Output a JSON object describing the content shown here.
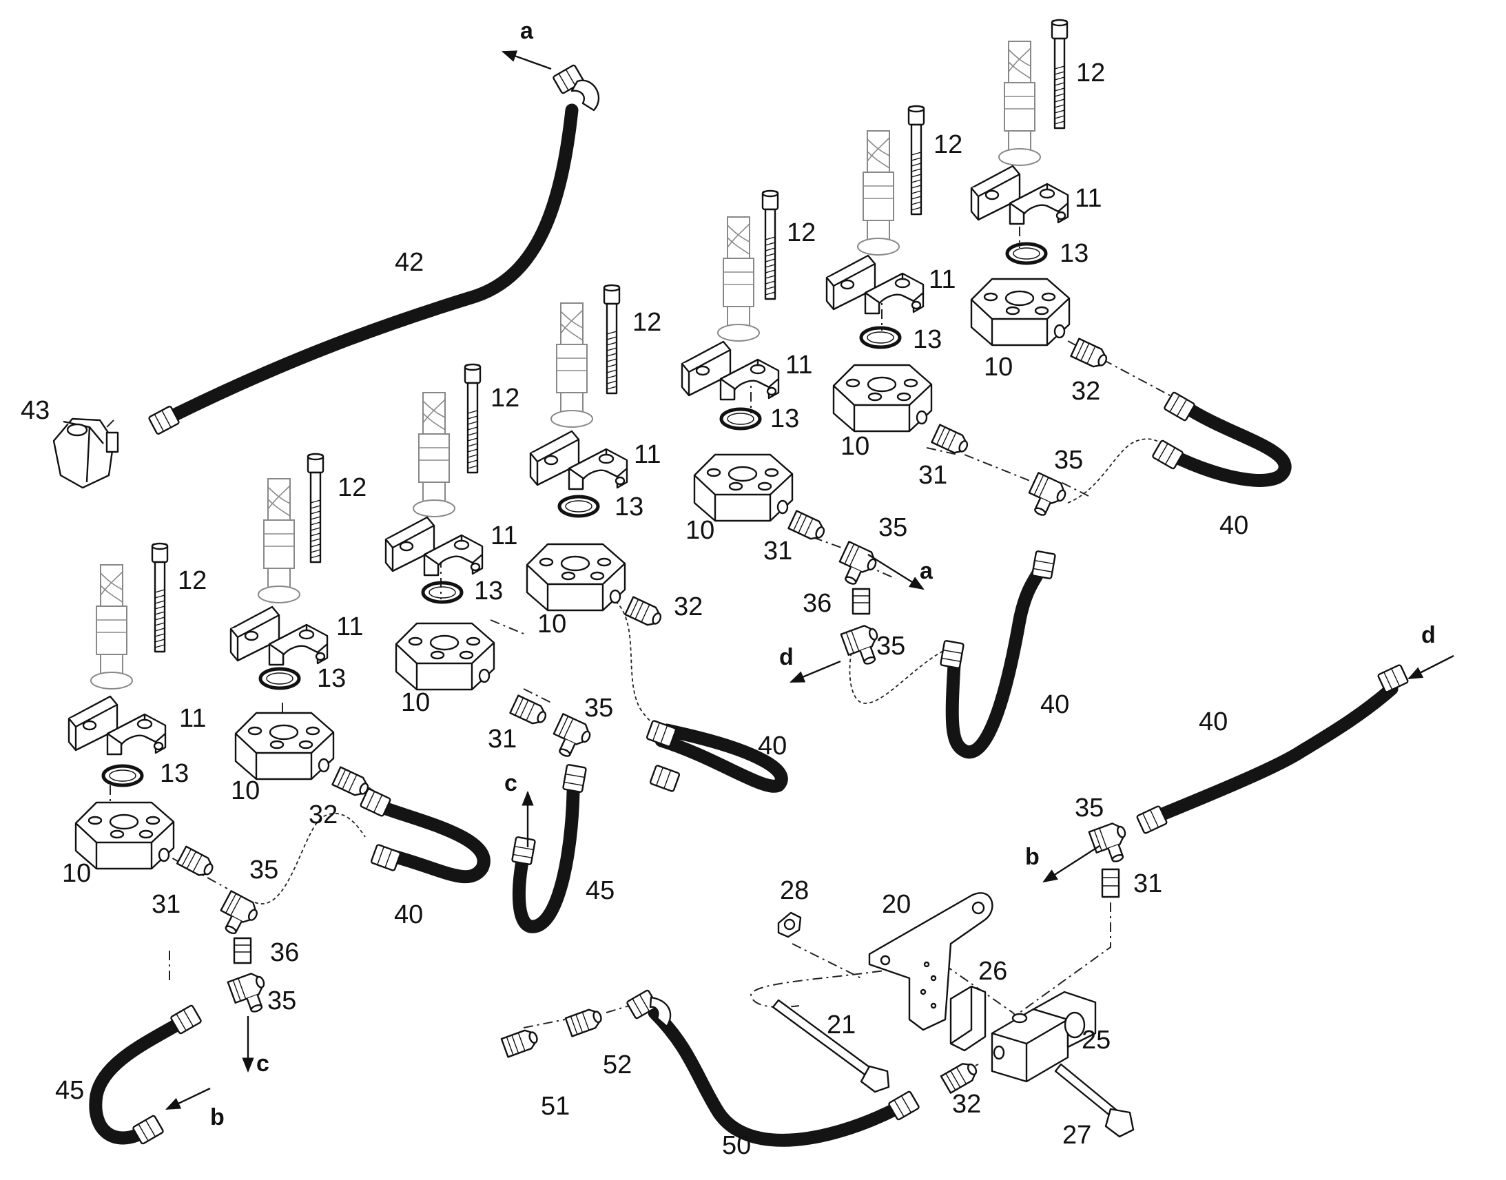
{
  "diagram": {
    "labels": {
      "p42": "42",
      "p43": "43",
      "p12a": "12",
      "p12b": "12",
      "p12c": "12",
      "p12d": "12",
      "p12e": "12",
      "p12f": "12",
      "p12g": "12",
      "p11a": "11",
      "p11b": "11",
      "p11c": "11",
      "p11d": "11",
      "p11e": "11",
      "p11f": "11",
      "p11g": "11",
      "p13a": "13",
      "p13b": "13",
      "p13c": "13",
      "p13d": "13",
      "p13e": "13",
      "p13f": "13",
      "p13g": "13",
      "p10a": "10",
      "p10b": "10",
      "p10c": "10",
      "p10d": "10",
      "p10e": "10",
      "p10f": "10",
      "p10g": "10",
      "p32a": "32",
      "p32b": "32",
      "p32c": "32",
      "p32d": "32",
      "p31a": "31",
      "p31b": "31",
      "p31c": "31",
      "p31d": "31",
      "p31e": "31",
      "p35a": "35",
      "p35b": "35",
      "p35c": "35",
      "p35d": "35",
      "p35e": "35",
      "p35f": "35",
      "p35g": "35",
      "p36a": "36",
      "p36b": "36",
      "p40a": "40",
      "p40b": "40",
      "p40c": "40",
      "p40d": "40",
      "p40e": "40",
      "p45a": "45",
      "p45b": "45",
      "p28": "28",
      "p20": "20",
      "p26": "26",
      "p21": "21",
      "p25": "25",
      "p52": "52",
      "p51": "51",
      "p50": "50",
      "p27": "27"
    },
    "connectors": {
      "a1": "a",
      "a2": "a",
      "b1": "b",
      "b2": "b",
      "c1": "c",
      "c2": "c",
      "d1": "d",
      "d2": "d"
    }
  }
}
